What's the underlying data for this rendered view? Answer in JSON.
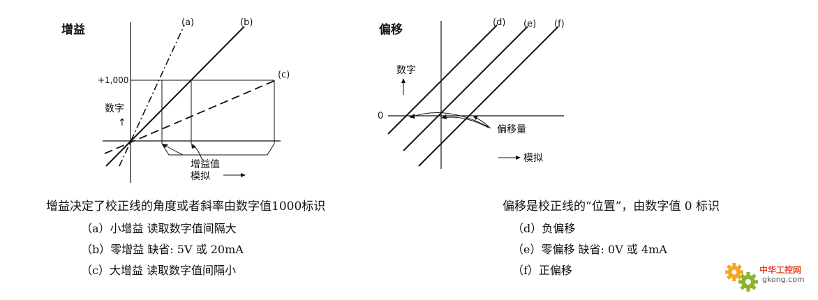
{
  "gain_panel": {
    "title": "增益",
    "line_labels": {
      "a": "(a)",
      "b": "(b)",
      "c": "(c)"
    },
    "y_value_label": "+1,000",
    "axis_digital": "数字",
    "up_arrow": "↑",
    "gain_value_label": "增益值",
    "analog_label": "模拟",
    "right_arrow": "→"
  },
  "offset_panel": {
    "title": "偏移",
    "line_labels": {
      "d": "(d)",
      "e": "(e)",
      "f": "(f)"
    },
    "axis_digital": "数字",
    "up_arrow": "↑",
    "zero_label": "0",
    "offset_amount_label": "偏移量",
    "right_arrow": "→",
    "analog_label": "模拟"
  },
  "left_caption": {
    "heading": "增益决定了校正线的角度或者斜率由数字值1000标识",
    "items": [
      "（a）小增益  读取数字值间隔大",
      "（b）零增益  缺省:  5V 或 20mA",
      "（c）大增益  读取数字值间隔小"
    ]
  },
  "right_caption": {
    "heading": "偏移是校正线的“位置”，由数字值 0 标识",
    "items": [
      "（d）负偏移",
      "（e）零偏移    缺省:  0V 或 4mA",
      "（f）正偏移"
    ]
  },
  "watermark": {
    "name": "中华工控网",
    "url": "gkong.com",
    "colors": {
      "primary": "#e0472b",
      "secondary": "#8ab52d",
      "accent": "#f5a623"
    }
  }
}
